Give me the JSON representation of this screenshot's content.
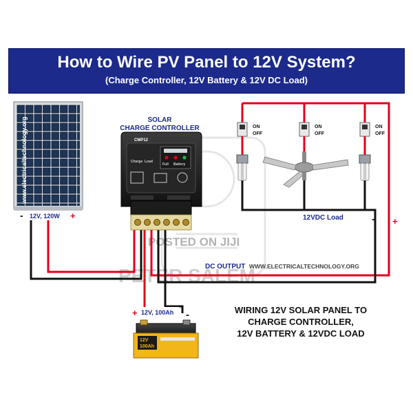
{
  "header": {
    "title": "How to Wire PV Panel to 12V System?",
    "subtitle": "(Charge Controller, 12V Battery & 12V DC Load)"
  },
  "solar_panel": {
    "watermark": "www.electricaltechnology.org",
    "rating": "12V, 120W",
    "minus": "-",
    "plus": "+"
  },
  "controller": {
    "heading_line1": "SOLAR",
    "heading_line2": "CHARGE CONTROLLER",
    "model": "CMP12",
    "indicator_labels": [
      "Charge",
      "Load"
    ],
    "led_labels": [
      "Full",
      "Battery"
    ]
  },
  "dc_output_label": "DC OUTPUT",
  "website": "WWW.ELECTRICALTECHNOLOGY.ORG",
  "watermarks": {
    "posted": "POSTED ON JIJI",
    "seller": "PETER SALEM"
  },
  "load": {
    "label": "12VDC Load",
    "switch_on": "ON",
    "switch_off": "OFF",
    "minus": "-",
    "plus": "+"
  },
  "battery": {
    "rating": "12V, 100Ah",
    "face_line1": "12V",
    "face_line2": "100Ah",
    "plus": "+",
    "minus": "-"
  },
  "caption": {
    "line1": "WIRING 12V SOLAR PANEL TO",
    "line2": "CHARGE CONTROLLER,",
    "line3": "12V BATTERY & 12VDC LOAD"
  },
  "colors": {
    "header_bg": "#1c2a8c",
    "positive_wire": "#e0001a",
    "negative_wire": "#111111",
    "label_blue": "#1c2a8c",
    "battery_body": "#f2b51a"
  }
}
